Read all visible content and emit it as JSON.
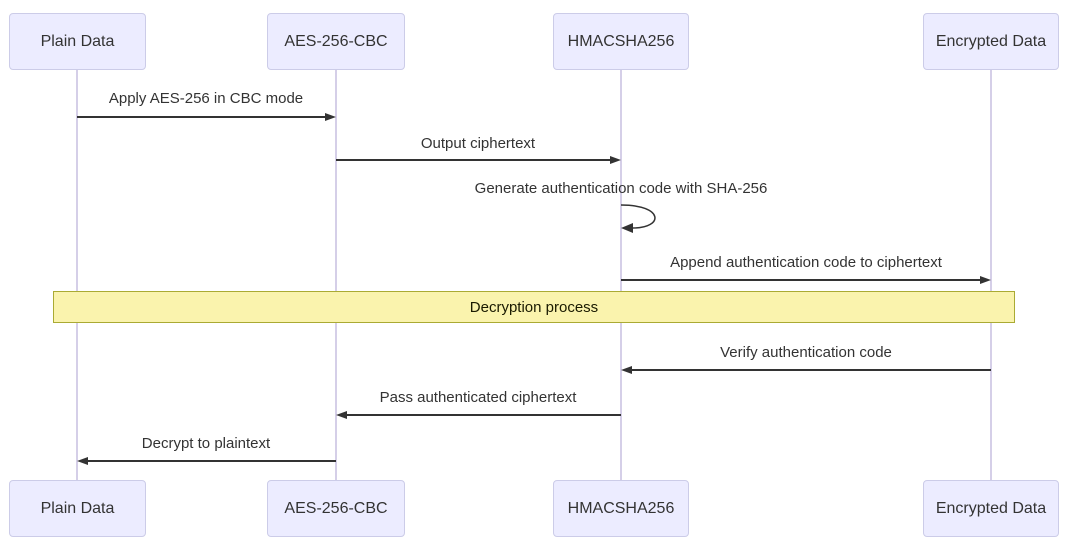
{
  "diagram": {
    "type": "sequence-diagram",
    "actors": [
      {
        "id": "plain-data",
        "label": "Plain Data"
      },
      {
        "id": "aes-256-cbc",
        "label": "AES-256-CBC"
      },
      {
        "id": "hmacsha256",
        "label": "HMACSHA256"
      },
      {
        "id": "encrypted-data",
        "label": "Encrypted Data"
      }
    ],
    "messages": [
      {
        "from": "Plain Data",
        "to": "AES-256-CBC",
        "label": "Apply AES-256 in CBC mode",
        "direction": "right"
      },
      {
        "from": "AES-256-CBC",
        "to": "HMACSHA256",
        "label": "Output ciphertext",
        "direction": "right"
      },
      {
        "from": "HMACSHA256",
        "to": "HMACSHA256",
        "label": "Generate authentication code with SHA-256",
        "direction": "self"
      },
      {
        "from": "HMACSHA256",
        "to": "Encrypted Data",
        "label": "Append authentication code to ciphertext",
        "direction": "right"
      },
      {
        "from": "Encrypted Data",
        "to": "HMACSHA256",
        "label": "Verify authentication code",
        "direction": "left"
      },
      {
        "from": "HMACSHA256",
        "to": "AES-256-CBC",
        "label": "Pass authenticated ciphertext",
        "direction": "left"
      },
      {
        "from": "AES-256-CBC",
        "to": "Plain Data",
        "label": "Decrypt to plaintext",
        "direction": "left"
      }
    ],
    "note": {
      "label": "Decryption process",
      "span": "over all actors"
    },
    "colors": {
      "actor_fill": "#ECECFF",
      "actor_border": "#CCCCE8",
      "lifeline": "#D5CFE8",
      "arrow": "#333333",
      "text": "#333333",
      "note_fill": "#FAF3AD",
      "note_border": "#AAAA33",
      "background": "#FFFFFF"
    }
  }
}
